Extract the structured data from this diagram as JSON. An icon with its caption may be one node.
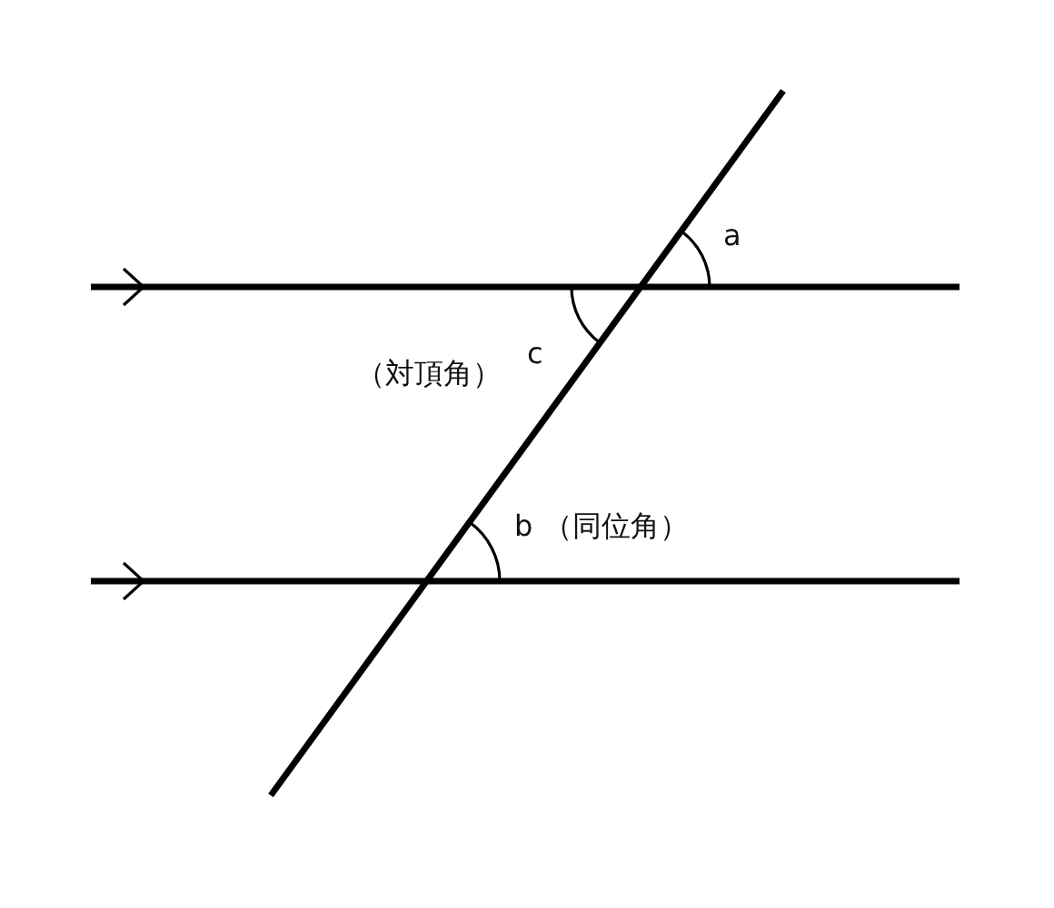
{
  "diagram": {
    "labels": [
      "a",
      "c",
      "（対頂角）",
      "b",
      "（同位角）"
    ]
  }
}
